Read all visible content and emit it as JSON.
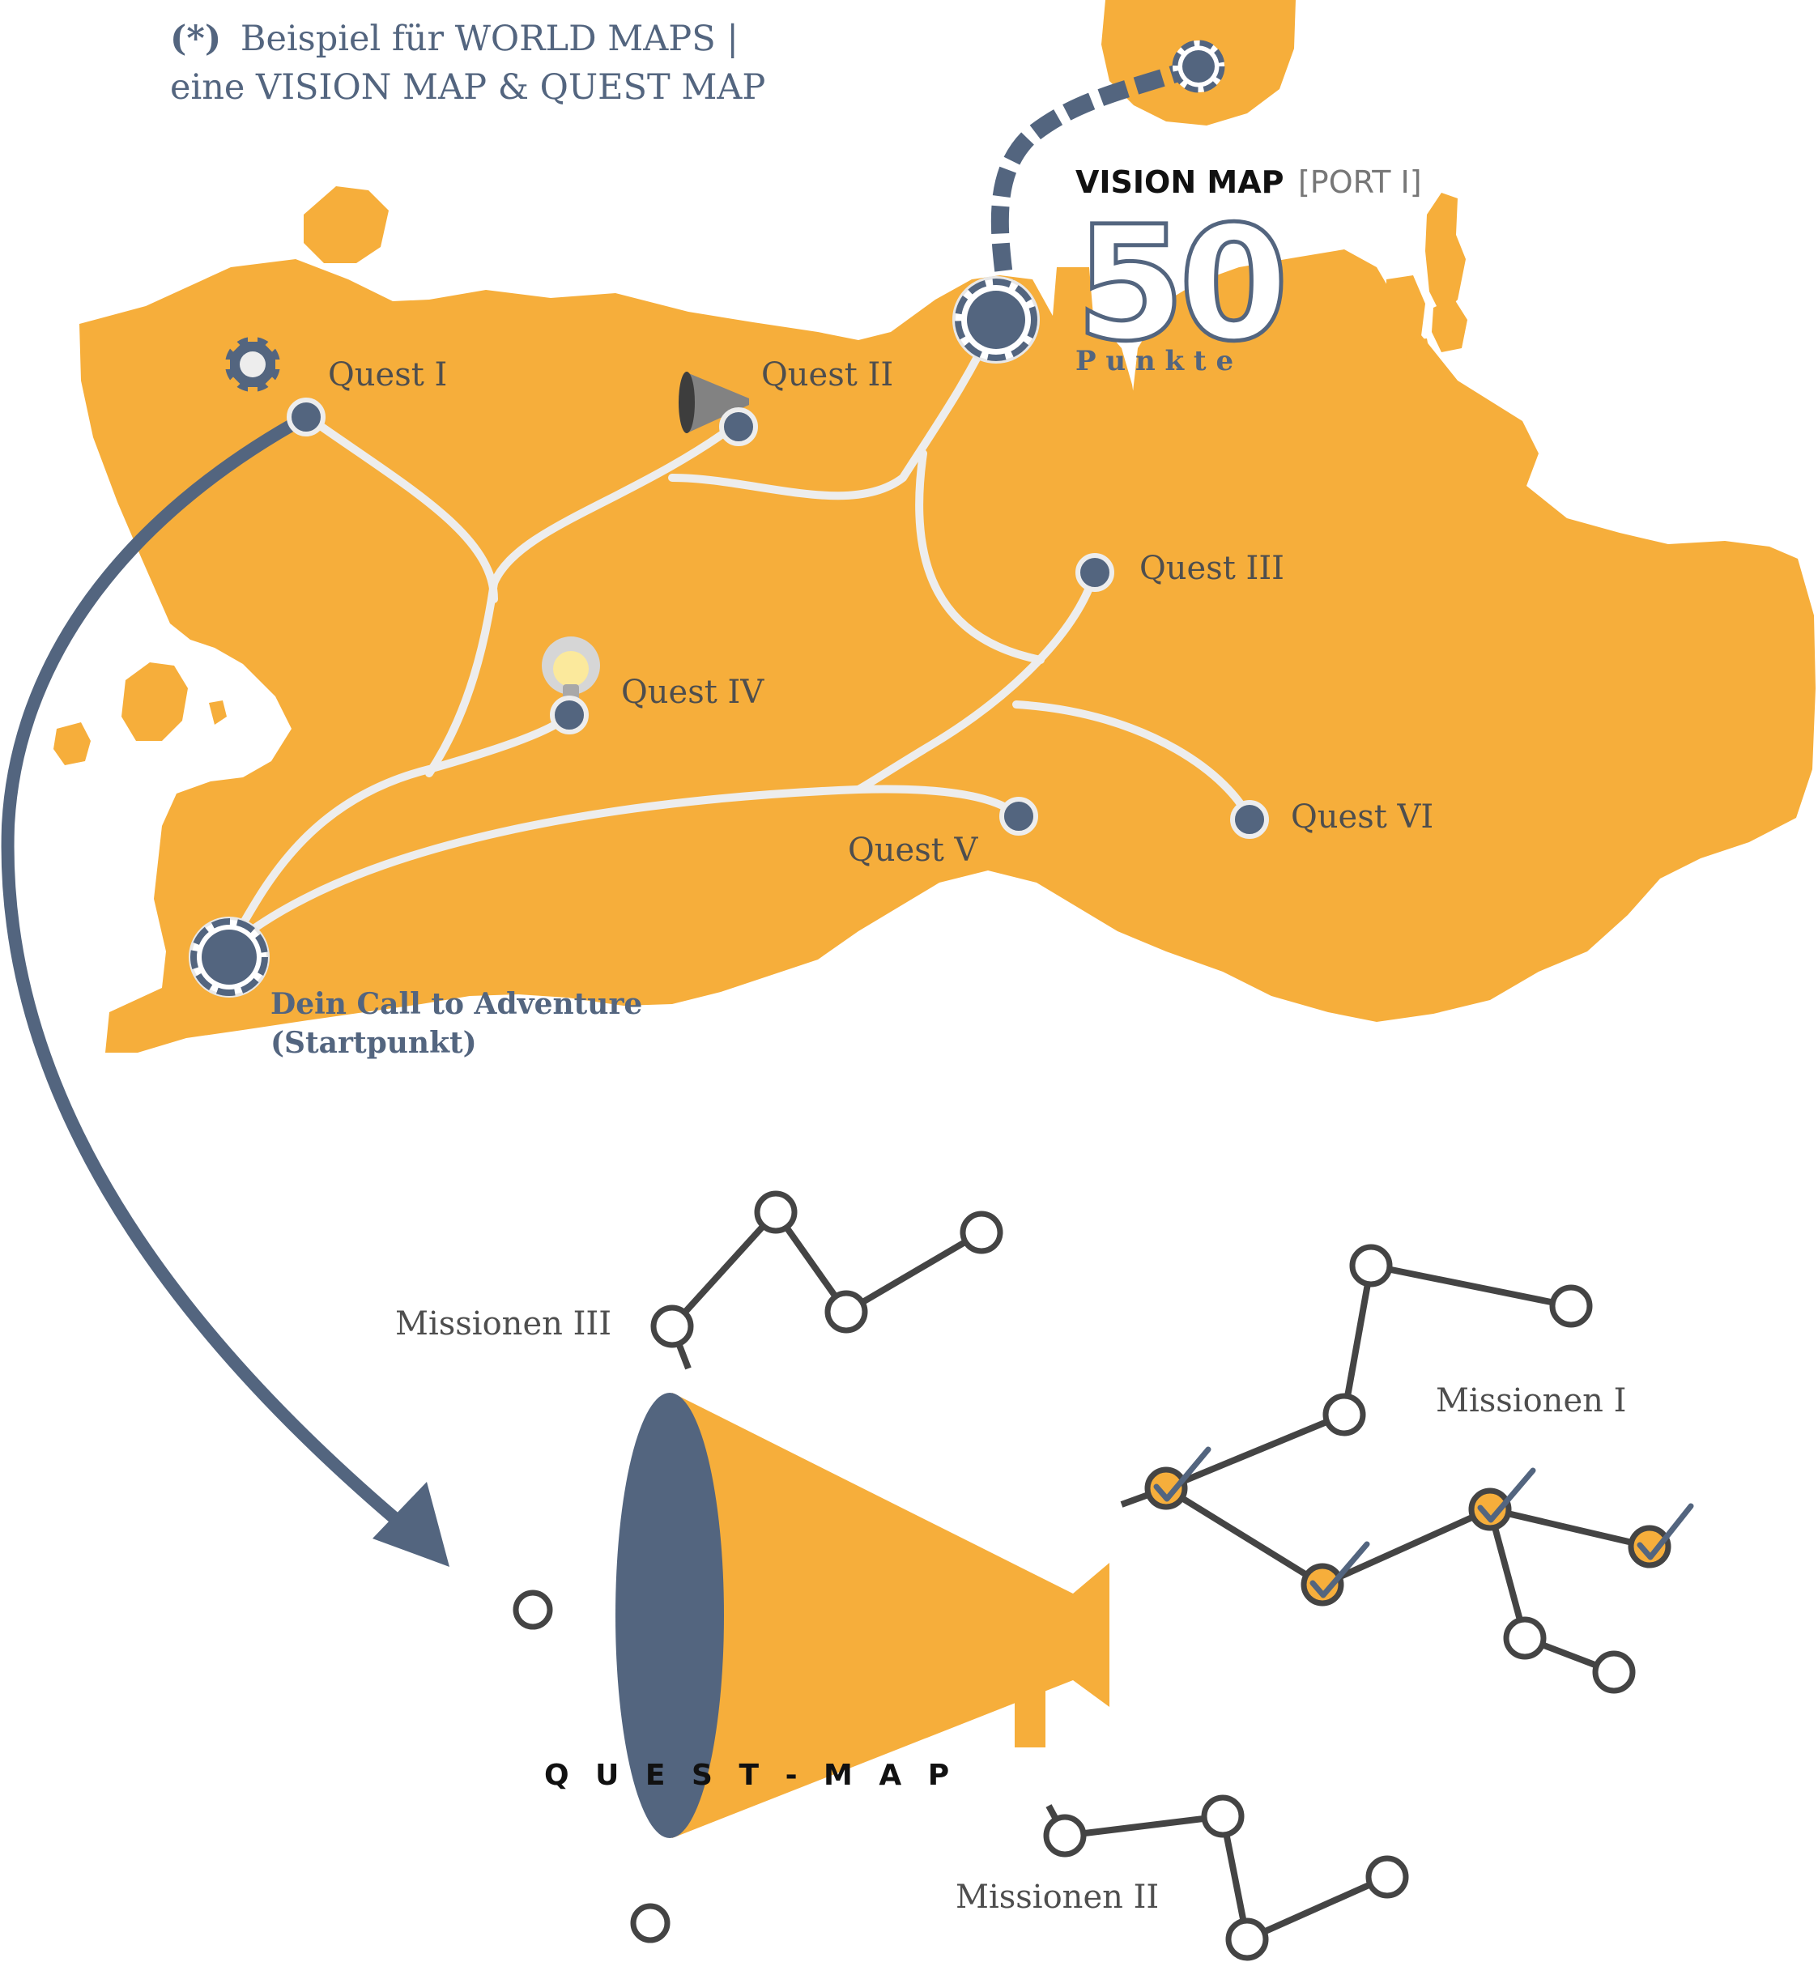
{
  "header": {
    "marker": "(*)",
    "line1": "Beispiel für WORLD MAPS |",
    "line2": "eine VISION MAP & QUEST MAP"
  },
  "vision": {
    "title": "VISION MAP",
    "port": "[PORT I]",
    "points": "50",
    "points_label": "P u n k t e"
  },
  "quests": {
    "q1": "Quest I",
    "q2": "Quest II",
    "q3": "Quest III",
    "q4": "Quest IV",
    "q5": "Quest V",
    "q6": "Quest VI"
  },
  "start": {
    "line1": "Dein Call to Adventure",
    "line2": "(Startpunkt)"
  },
  "missions": {
    "m1": "Missionen I",
    "m2": "Missionen II",
    "m3": "Missionen III"
  },
  "questmap": {
    "label": "Q U E S T - M A P"
  },
  "colors": {
    "land": "#f6ae3b",
    "navy": "#53657f",
    "path": "#ededed",
    "dark": "#444444",
    "text": "#4e4e4e"
  }
}
